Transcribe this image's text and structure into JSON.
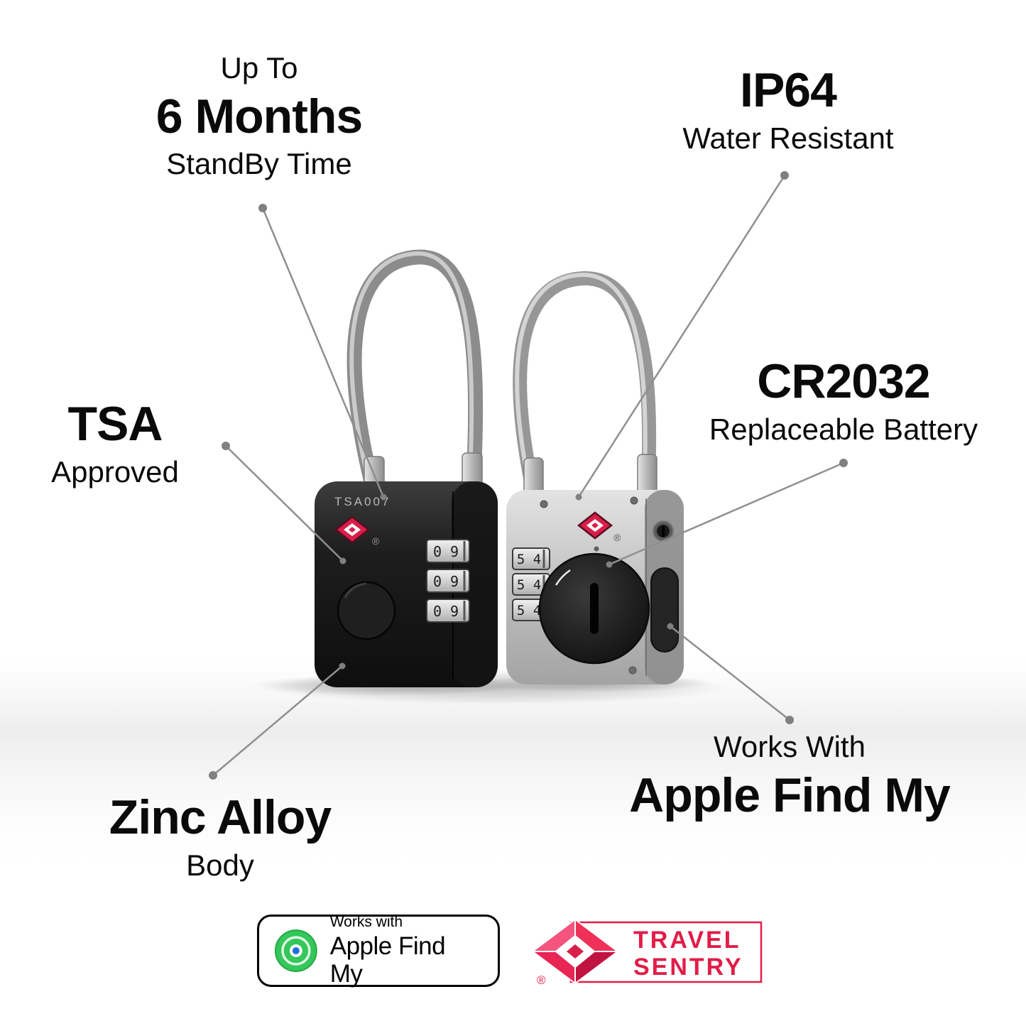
{
  "callouts": {
    "standby": {
      "top": "Up To",
      "big": "6 Months",
      "bottom": "StandBy Time"
    },
    "water": {
      "big": "IP64",
      "bottom": "Water Resistant"
    },
    "tsa": {
      "big": "TSA",
      "bottom": "Approved"
    },
    "battery": {
      "big": "CR2032",
      "bottom": "Replaceable Battery"
    },
    "body": {
      "big": "Zinc Alloy",
      "bottom": "Body"
    },
    "findmy": {
      "top": "Works With",
      "big": "Apple Find My"
    }
  },
  "locks": {
    "black": {
      "engraving": "TSA007",
      "dials": [
        "0 9",
        "0 9",
        "0 9"
      ],
      "registered": "®"
    },
    "silver": {
      "dials": [
        "5 4",
        "5 4",
        "5 4"
      ],
      "registered": "®"
    }
  },
  "badges": {
    "apple_findmy": {
      "works_with": "Works with",
      "name": "Apple Find My"
    },
    "travel_sentry": {
      "word1": "TRAVEL",
      "word2": "SENTRY",
      "registered": "®"
    }
  },
  "colors": {
    "accent_red": "#e11d48",
    "tsa_logo_red": "#d81f4a",
    "line_gray": "#8f8f8f",
    "text_black": "#0a0a0a",
    "findmy_green": "#34c759"
  }
}
